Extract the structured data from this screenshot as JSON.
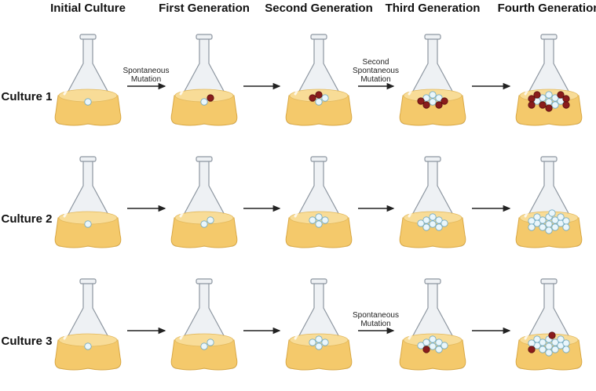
{
  "headers": [
    "Initial Culture",
    "First Generation",
    "Second Generation",
    "Third Generation",
    "Fourth Generation"
  ],
  "rows": [
    {
      "label": "Culture 1",
      "generations": [
        {
          "white": 1,
          "red": 0
        },
        {
          "white": 1,
          "red": 1
        },
        {
          "white": 2,
          "red": 2
        },
        {
          "white": 4,
          "red": 4
        },
        {
          "white": 7,
          "red": 8
        }
      ],
      "arrow_notes": [
        [
          "Spontaneous",
          "Mutation"
        ],
        [],
        [
          "Second",
          "Spontaneous",
          "Mutation"
        ],
        []
      ]
    },
    {
      "label": "Culture 2",
      "generations": [
        {
          "white": 1,
          "red": 0
        },
        {
          "white": 2,
          "red": 0
        },
        {
          "white": 4,
          "red": 0
        },
        {
          "white": 8,
          "red": 0
        },
        {
          "white": 16,
          "red": 0
        }
      ],
      "arrow_notes": [
        [],
        [],
        [],
        []
      ]
    },
    {
      "label": "Culture 3",
      "generations": [
        {
          "white": 1,
          "red": 0
        },
        {
          "white": 2,
          "red": 0
        },
        {
          "white": 4,
          "red": 0
        },
        {
          "white": 7,
          "red": 1
        },
        {
          "white": 14,
          "red": 2
        }
      ],
      "arrow_notes": [
        [],
        [],
        [
          "Spontaneous",
          "Mutation"
        ],
        []
      ]
    }
  ],
  "colors": {
    "glass_fill": "#eef1f4",
    "glass_stroke": "#8d96a0",
    "medium": "#f4c96b",
    "medium_surface": "#f8dc97",
    "cell_white": "#eaf6fb",
    "cell_white_stroke": "#6fa9c2",
    "cell_red": "#8a1c1c",
    "arrow": "#222222"
  }
}
